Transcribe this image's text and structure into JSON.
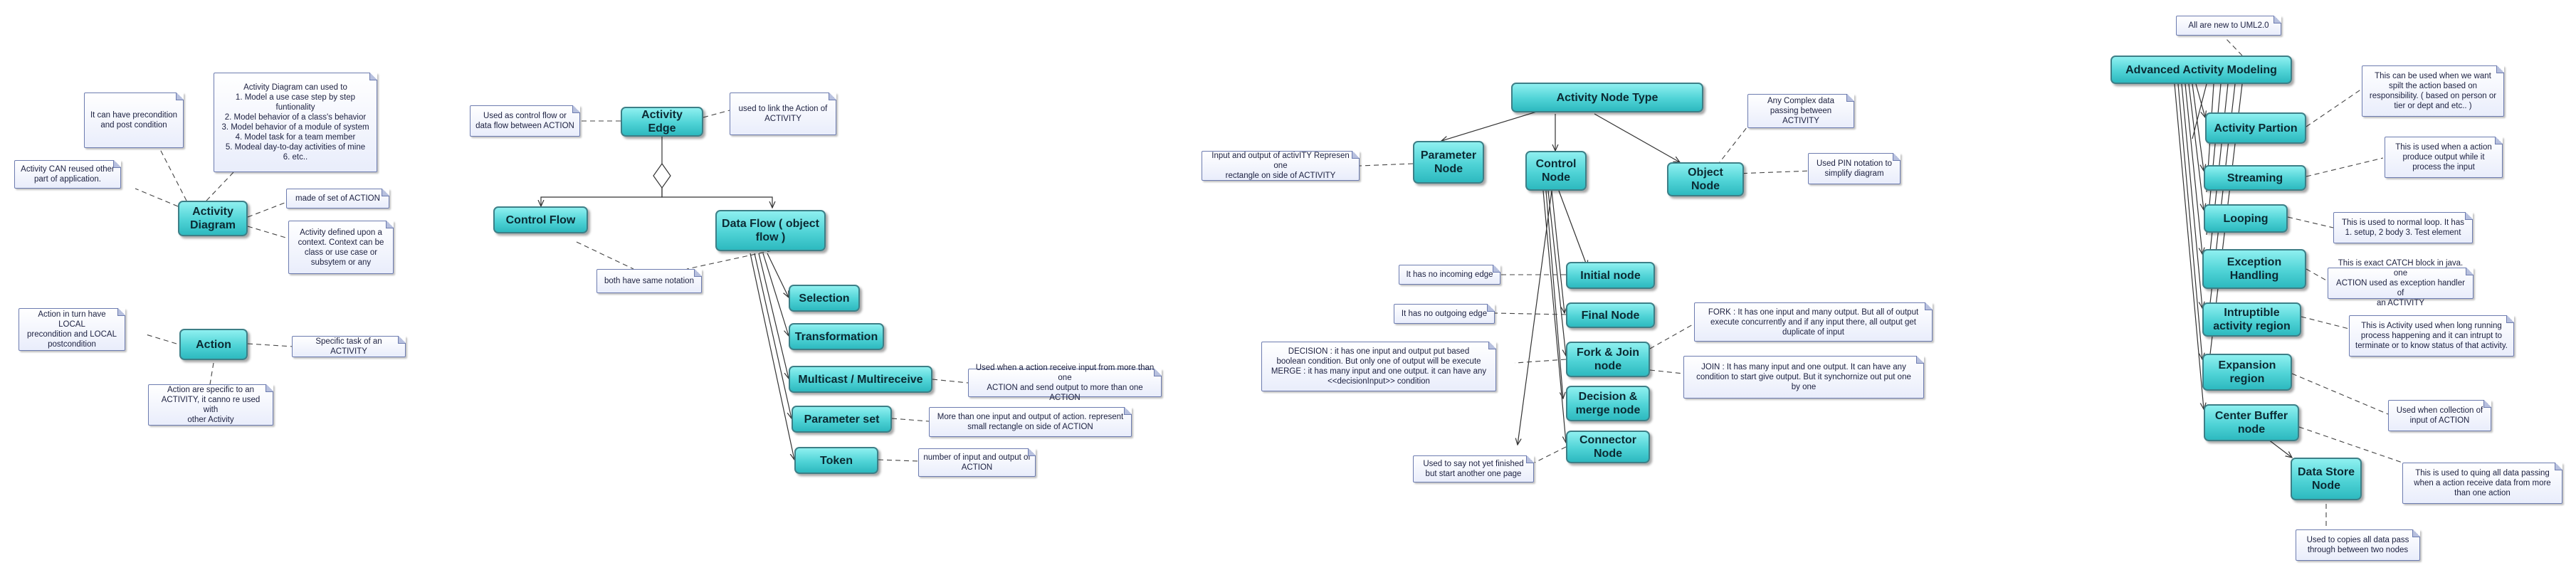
{
  "nodes": {
    "activity_diagram": "Activity\nDiagram",
    "action": "Action",
    "activity_edge": "Activity Edge",
    "control_flow": "Control Flow",
    "data_flow": "Data Flow  ( object\nflow )",
    "selection": "Selection",
    "transformation": "Transformation",
    "multicast": "Multicast / Multireceive",
    "parameter_set": "Parameter set",
    "token": "Token",
    "activity_node_type": "Activity  Node Type",
    "parameter_node": "Parameter\nNode",
    "control_node": "Control\nNode",
    "object_node": "Object Node",
    "initial_node": "Initial node",
    "final_node": "Final Node",
    "fork_join": "Fork & Join\nnode",
    "decision_merge": "Decision &\nmerge node",
    "connector_node": "Connector\nNode",
    "advanced": "Advanced Activity Modeling",
    "activity_partion": "Activity Partion",
    "streaming": "Streaming",
    "looping": "Looping",
    "exception_handling": "Exception\nHandling",
    "intruptible": "Intruptible\nactivity region",
    "expansion_region": "Expansion\nregion",
    "center_buffer": "Center Buffer\nnode",
    "data_store": "Data Store\nNode"
  },
  "notes": {
    "ad_reused": "Activity CAN reused other\npart of application.",
    "ad_precondition": "It can have precondition\nand post condition",
    "ad_used_to": "Activity Diagram can used to\n1. Model a use case step by step\nfuntionality\n2. Model behavior of a class's behavior\n3. Model behavior of  a  module of system\n4. Model task  for a team member\n5. Modeal day-to-day activities of mine\n6. etc..",
    "ad_made_of": "made of set of ACTION",
    "ad_context": "Activity defined upon a\ncontext. Context can be\nclass or use case or\nsubsytem or any",
    "action_local": "Action in turn have LOCAL\nprecondition and LOCAL\npostcondition",
    "action_specific_task": "Specific task of an ACTIVITY",
    "action_specific_to": "Action are specific to an\nACTIVITY, it canno re used with\nother Activity",
    "edge_control": "Used as control flow or\ndata flow between ACTION",
    "edge_link": "used to link the Action of\nACTIVITY",
    "same_notation": "both have same notation",
    "multicast_note": "Used when a action receive input from more than one\nACTION and send output to more than one ACTION",
    "paramset_note": "More than one input and output of action. represent\nsmall rectangle on side of ACTION",
    "token_note": "number of input and output of\nACTION",
    "param_node_note": "Input and output of activITY Represen one\nrectangle on side of ACTIVITY",
    "object_complex": "Any Complex data\npassing between ACTIVITY",
    "object_pin": "Used PIN notation to\nsimplify  diagram",
    "initial_note": "It has no incoming edge",
    "final_note": "It has no outgoing edge",
    "decision_note": "DECISION : it has one input and output put based\nboolean condition. But only one of output will be execute\nMERGE : it has many input and one output. it can have any\n<<decisionInput>> condition",
    "fork_note": "FORK : It has one input and many output. But all of output\nexecute concurrently and if any input there, all output get\nduplicate of input",
    "join_note": "JOIN : It has many input and one output. It can have any\ncondition to start give output. But it synchornize out put one\nby one",
    "connector_note": "Used to say not yet finished\nbut start another one page",
    "uml_note": "All are new to  UML2.0",
    "partion_note": "This can be used when we want\nspilt the action based on\nresponsibility. ( based on person or\ntier or dept and etc.. )",
    "streaming_note": "This is used when a action\nproduce output while it\nprocess the input",
    "looping_note": "This is used to normal loop. It has\n1. setup, 2 body 3. Test element",
    "exception_note": "This is exact CATCH block in java. one\nACTION used  as exception handler of\nan ACTIVITY",
    "intruptible_note": "This is Activity used when long running\nprocess happening and it can intrupt to\nterminate or to know status of that activity.",
    "expansion_note": "Used when collection of\ninput  of ACTION",
    "center_buffer_note": "This is used to quing all data passing\nwhen a action receive data from more\nthan one action",
    "data_store_note": "Used to copies all data pass\nthrough between two nodes"
  }
}
